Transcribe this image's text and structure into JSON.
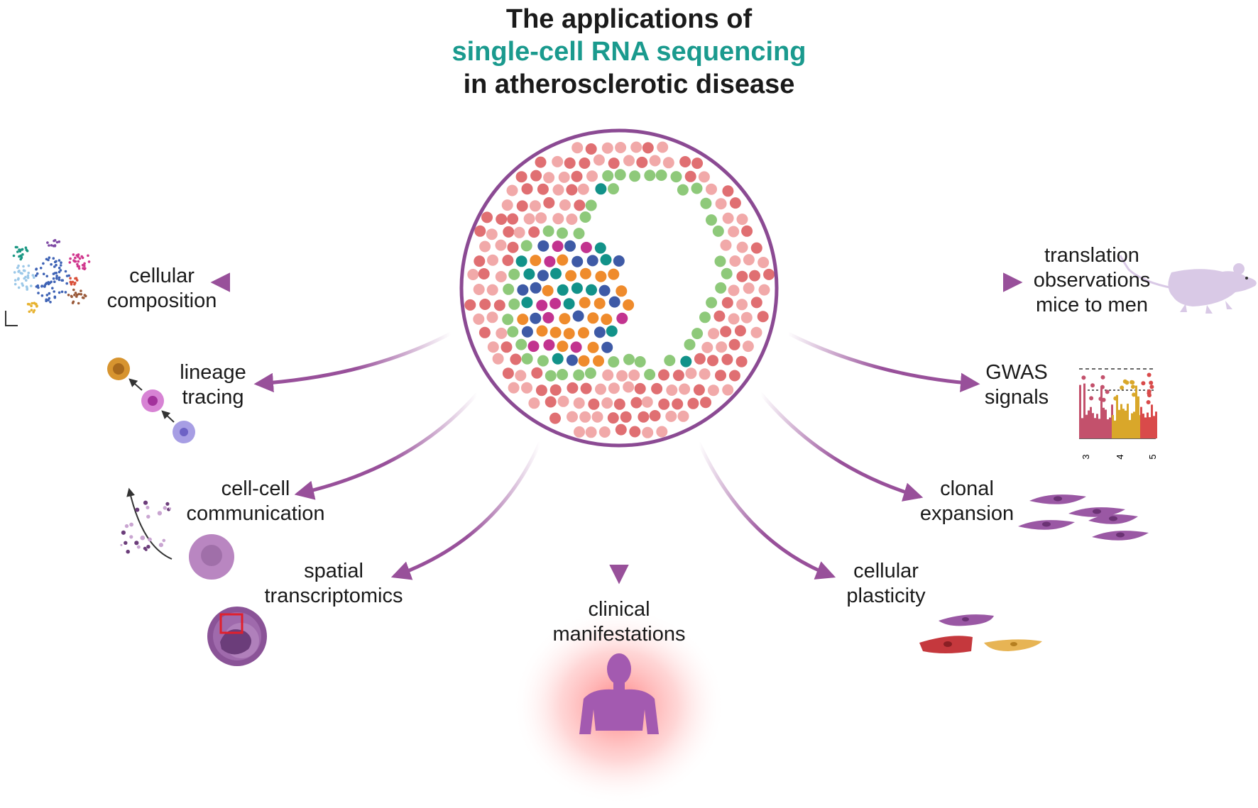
{
  "title": {
    "line1": "The applications of",
    "line2": "single-cell RNA sequencing",
    "line3": "in atherosclerotic disease"
  },
  "colors": {
    "accent": "#1a9a8e",
    "arrow": "#98509a",
    "circle_outline": "#8b4a93",
    "cell_light": "#f1a9a9",
    "cell_dark": "#e06f72",
    "cell_green": "#8ec97a",
    "cell_orange": "#ef8b2c",
    "cell_teal": "#129289",
    "cell_blue": "#3e5aa6",
    "cell_magenta": "#c2338f"
  },
  "labels": {
    "cellular_composition": [
      "cellular",
      "composition"
    ],
    "lineage_tracing": [
      "lineage",
      "tracing"
    ],
    "cell_cell_communication": [
      "cell-cell",
      "communication"
    ],
    "spatial_transcriptomics": [
      "spatial",
      "transcriptomics"
    ],
    "clinical_manifestations": [
      "clinical",
      "manifestations"
    ],
    "cellular_plasticity": [
      "cellular",
      "plasticity"
    ],
    "clonal_expansion": [
      "clonal",
      "expansion"
    ],
    "gwas_signals": [
      "GWAS",
      "signals"
    ],
    "translation": [
      "translation",
      "observations",
      "mice to men"
    ]
  },
  "gwas_plot": {
    "tick_labels": [
      "3",
      "4",
      "5"
    ],
    "bar_colors": [
      "#c3516c",
      "#d9a72a",
      "#d94a4a"
    ]
  },
  "icons": [
    "tsne-cluster-icon",
    "cell-differentiation-icon",
    "signaling-cell-icon",
    "tissue-section-icon",
    "human-body-icon",
    "smooth-muscle-cells-icon",
    "clonal-cells-icon",
    "manhattan-plot-icon",
    "mouse-icon"
  ]
}
